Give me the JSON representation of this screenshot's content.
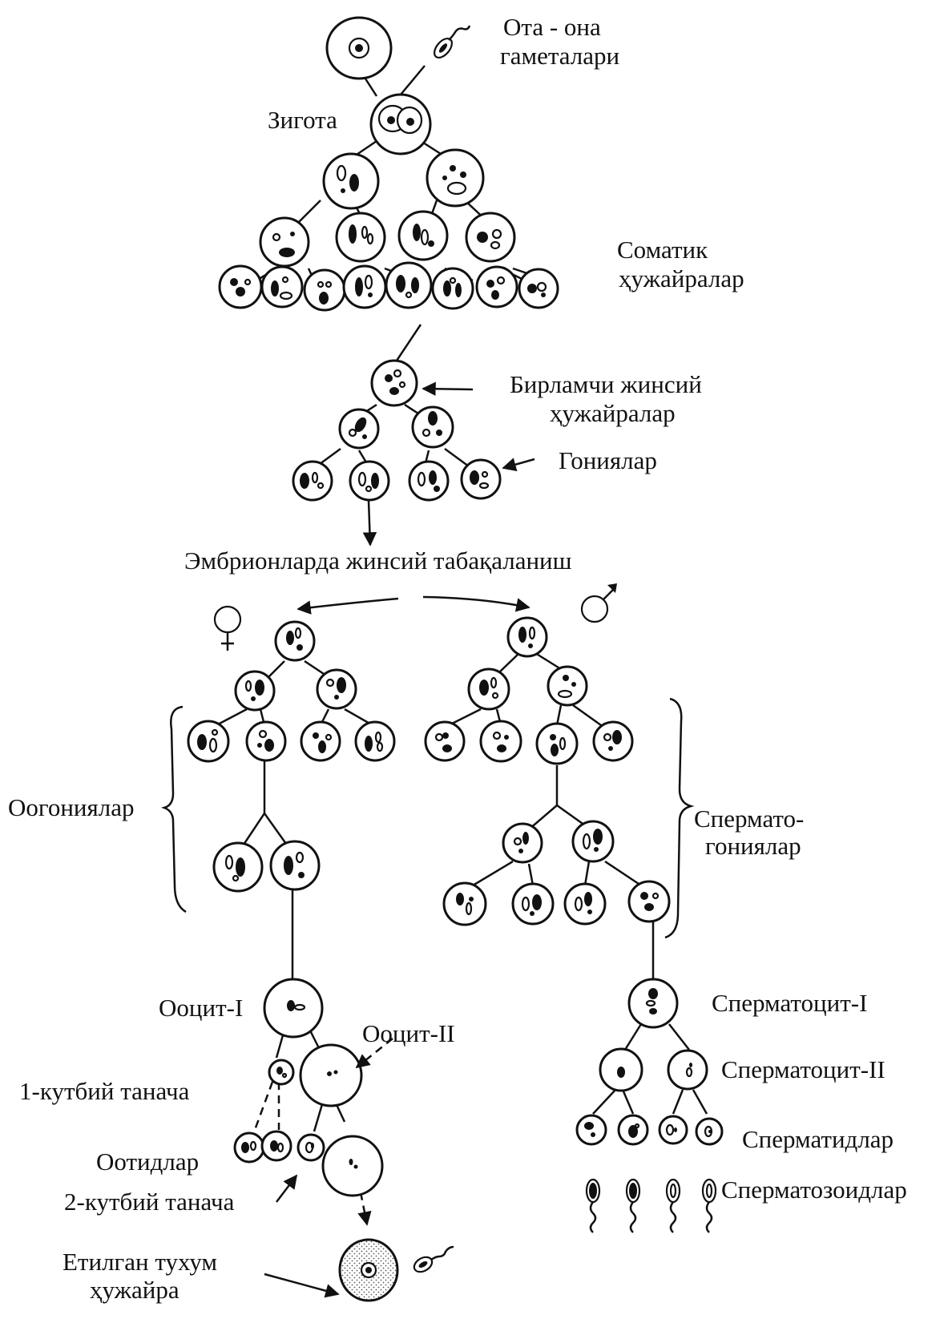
{
  "labels": {
    "parent_gametes_line1": "Ота - она",
    "parent_gametes_line2": "гаметалари",
    "zygote": "Зигота",
    "somatic_line1": "Соматик",
    "somatic_line2": "ҳужайралар",
    "primordial_line1": "Бирламчи жинсий",
    "primordial_line2": "ҳужайралар",
    "gonia": "Гониялар",
    "differentiation": "Эмбрионларда жинсий табақаланиш",
    "oogonia": "Оогониялар",
    "spermatogonia_line1": "Спермато-",
    "spermatogonia_line2": "гониялар",
    "oocyte1": "Ооцит-I",
    "oocyte2": "Ооцит-II",
    "polar_body1": "1-кутбий танача",
    "ootids": "Оотидлар",
    "polar_body2": "2-кутбий танача",
    "mature_egg_line1": "Етилган тухум",
    "mature_egg_line2": "ҳужайра",
    "spermatocyte1": "Сперматоцит-I",
    "spermatocyte2": "Сперматоцит-II",
    "spermatids": "Сперматидлар",
    "spermatozoa": "Сперматозоидлар"
  }
}
